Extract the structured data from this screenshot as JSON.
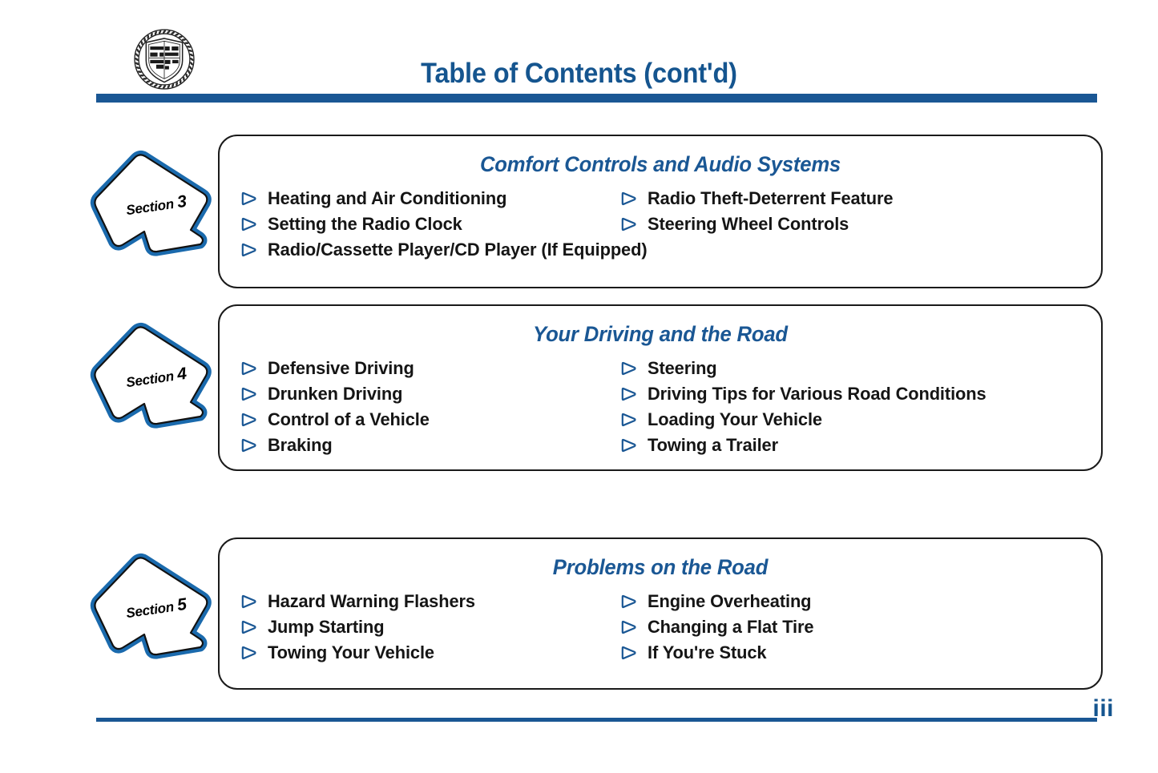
{
  "header": {
    "title": "Table of Contents (cont'd)",
    "logo_name": "cadillac-crest-logo",
    "rule_color": "#1a5794"
  },
  "footer": {
    "page_number": "iii",
    "rule_color": "#1a5794"
  },
  "theme": {
    "accent_blue": "#1a5794",
    "title_blue": "#15558f",
    "text_black": "#151515",
    "box_border": "#1a1a1a"
  },
  "sections": [
    {
      "tab_label": "Section",
      "tab_number": "3",
      "title": "Comfort Controls and Audio Systems",
      "left_items": [
        "Heating and Air Conditioning",
        "Setting the Radio Clock",
        "Radio/Cassette Player/CD Player (If Equipped)"
      ],
      "right_items": [
        "Radio Theft-Deterrent Feature",
        "Steering Wheel Controls"
      ]
    },
    {
      "tab_label": "Section",
      "tab_number": "4",
      "title": "Your Driving and the Road",
      "left_items": [
        "Defensive Driving",
        "Drunken Driving",
        "Control of a Vehicle",
        "Braking"
      ],
      "right_items": [
        "Steering",
        "Driving Tips for Various Road Conditions",
        "Loading Your Vehicle",
        "Towing a Trailer"
      ]
    },
    {
      "tab_label": "Section",
      "tab_number": "5",
      "title": "Problems on the Road",
      "left_items": [
        "Hazard Warning Flashers",
        "Jump Starting",
        "Towing Your Vehicle"
      ],
      "right_items": [
        "Engine Overheating",
        "Changing a Flat Tire",
        "If You're Stuck"
      ]
    }
  ]
}
